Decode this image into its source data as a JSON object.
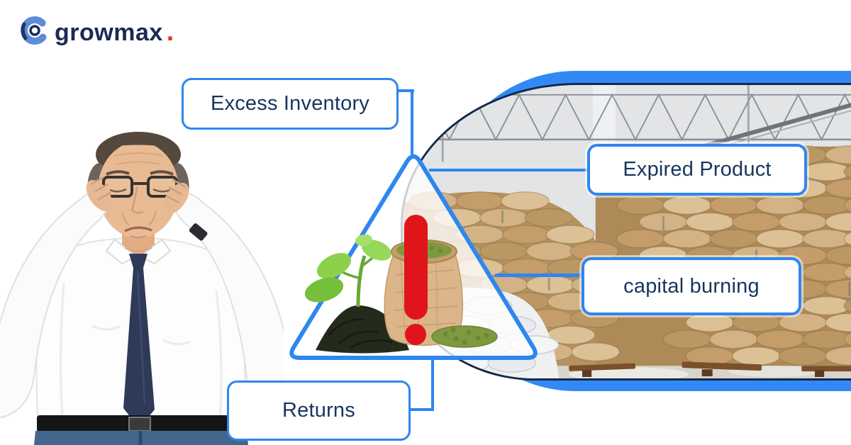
{
  "brand": {
    "name": "growmax",
    "dot": "."
  },
  "callouts": {
    "excess_inventory": "Excess Inventory",
    "expired_product": "Expired Product",
    "capital_burning": "capital burning",
    "returns": "Returns"
  },
  "figures": {
    "left": "stressed-businessman-holding-head",
    "center": "warning-triangle-with-exclamation-seedling-soil-and-grain-sack",
    "right": "warehouse-stacked-grain-sacks"
  },
  "colors": {
    "accent_blue": "#2e86f0",
    "band_blue": "#3289f5",
    "navy_text": "#17365f",
    "photo_frame_navy": "#13294a",
    "alert_red": "#e0151b",
    "logo_navy": "#1b2b55",
    "logo_red": "#e0382f"
  }
}
